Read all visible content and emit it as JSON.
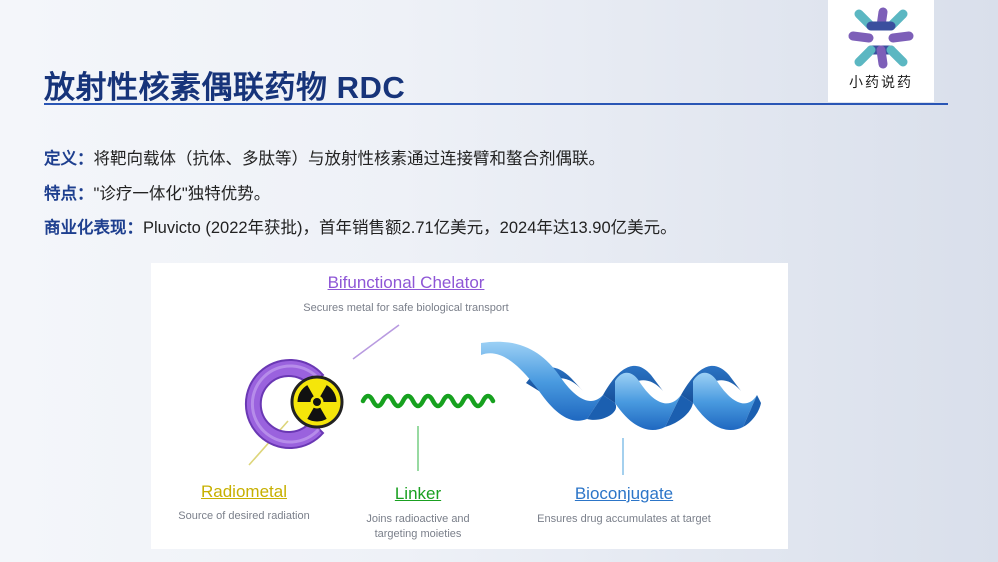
{
  "slide": {
    "title": "放射性核素偶联药物 RDC",
    "logo_text": "小药说药",
    "definition": {
      "label": "定义：",
      "text": "将靶向载体（抗体、多肽等）与放射性核素通过连接臂和螯合剂偶联。"
    },
    "feature": {
      "label": "特点：",
      "text": "\"诊疗一体化\"独特优势。"
    },
    "commercial": {
      "label": "商业化表现：",
      "text": "Pluvicto (2022年获批)，首年销售额2.71亿美元，2024年达13.90亿美元。"
    }
  },
  "figure": {
    "chelator": {
      "title": "Bifunctional Chelator",
      "desc": "Secures metal for safe biological transport"
    },
    "radiometal": {
      "title": "Radiometal",
      "desc": "Source of desired radiation"
    },
    "linker": {
      "title": "Linker",
      "desc_line1": "Joins radioactive and",
      "desc_line2": "targeting moieties"
    },
    "bioconjugate": {
      "title": "Bioconjugate",
      "desc": "Ensures drug accumulates at target"
    }
  },
  "colors": {
    "title": "#17347a",
    "accent_rule": "#2a56b5",
    "chelator": "#8e56d6",
    "radiometal": "#c7b000",
    "linker": "#1aa021",
    "bioconjugate": "#2c75c8"
  }
}
